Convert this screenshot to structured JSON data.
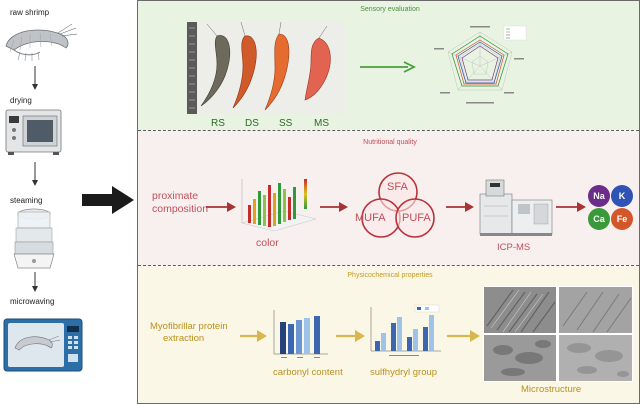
{
  "left_column": {
    "steps": [
      "raw shrimp",
      "drying",
      "steaming",
      "microwaving"
    ]
  },
  "sensory": {
    "title": "Sensory evaluation",
    "photo_labels": [
      "RS",
      "DS",
      "SS",
      "MS"
    ]
  },
  "nutrition": {
    "title": "Nutritional quality",
    "proximate_line1": "proximate",
    "proximate_line2": "composition",
    "color_label": "color",
    "fatty_acids": [
      "SFA",
      "MUFA",
      "PUFA"
    ],
    "icp_label": "ICP-MS",
    "minerals": [
      "Na",
      "K",
      "Ca",
      "Fe"
    ]
  },
  "physico": {
    "title": "Physicochemical properties",
    "myo_line1": "Myofibrillar protein",
    "myo_line2": "extraction",
    "carbonyl_label": "carbonyl content",
    "sulfhydryl_label": "sulfhydryl group",
    "micro_label": "Microstructure"
  },
  "colors": {
    "sensory_bg": "#e8f3e2",
    "nutrition_bg": "#f8efef",
    "physico_bg": "#fbf7e6",
    "green_arrow": "#4a9e3a",
    "red_arrow": "#a83236",
    "gold_arrow": "#d8b84e",
    "na": "#6b2c8a",
    "k": "#2f52b5",
    "ca": "#3a9a3a",
    "fe": "#d2572a"
  }
}
